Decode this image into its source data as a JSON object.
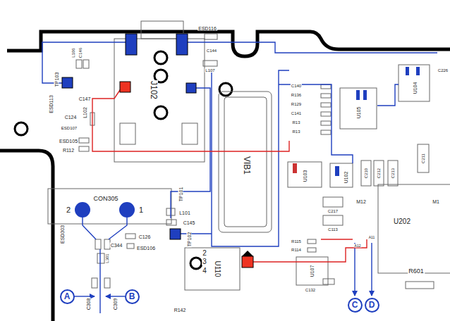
{
  "diagram": {
    "nodes": [
      {
        "text": [
          "A"
        ]
      },
      {
        "text": [
          "B"
        ]
      },
      {
        "text": [
          "C"
        ]
      },
      {
        "text": [
          "D"
        ]
      }
    ],
    "labels": [
      "TP103",
      "L106",
      "C146",
      "C147",
      "ESD113",
      "C124",
      "ESD107",
      "ESD105",
      "R112",
      "L102",
      "J102",
      "ESD116",
      "C144",
      "L107",
      "VIB1",
      "C140",
      "R136",
      "R129",
      "C141",
      "R13",
      "R13",
      "U105",
      "U104",
      "C226",
      "U103",
      "U102",
      "C210",
      "C212",
      "C213",
      "C211",
      "M12",
      "M1",
      "C217",
      "C113",
      "R115",
      "R114",
      "U202",
      "U107",
      "R601",
      "C132",
      "U110",
      "2",
      "3",
      "4",
      "2",
      "1",
      "CON305",
      "ESD303",
      "C344",
      "L301",
      "C308",
      "C309",
      "C126",
      "ESD106",
      "TP101",
      "L101",
      "C145",
      "TP102",
      "R142",
      "A12",
      "A11"
    ]
  }
}
